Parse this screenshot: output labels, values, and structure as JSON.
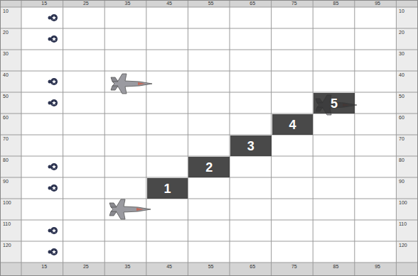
{
  "diagram": {
    "nodes": [
      {
        "text": [
          "5"
        ]
      },
      {
        "text": [
          "4"
        ]
      },
      {
        "text": [
          "3"
        ]
      },
      {
        "text": [
          "2"
        ]
      },
      {
        "text": [
          "1"
        ]
      }
    ],
    "labels": [
      "15",
      "25",
      "35",
      "45",
      "55",
      "65",
      "75",
      "85",
      "95",
      "10",
      "20",
      "30",
      "40",
      "50",
      "60",
      "70",
      "80",
      "90",
      "100",
      "110",
      "120",
      "10",
      "20",
      "30",
      "40",
      "50",
      "60",
      "70",
      "80",
      "90",
      "100",
      "110",
      "120",
      "15",
      "25",
      "35",
      "45",
      "55",
      "65",
      "75",
      "85",
      "95"
    ]
  }
}
